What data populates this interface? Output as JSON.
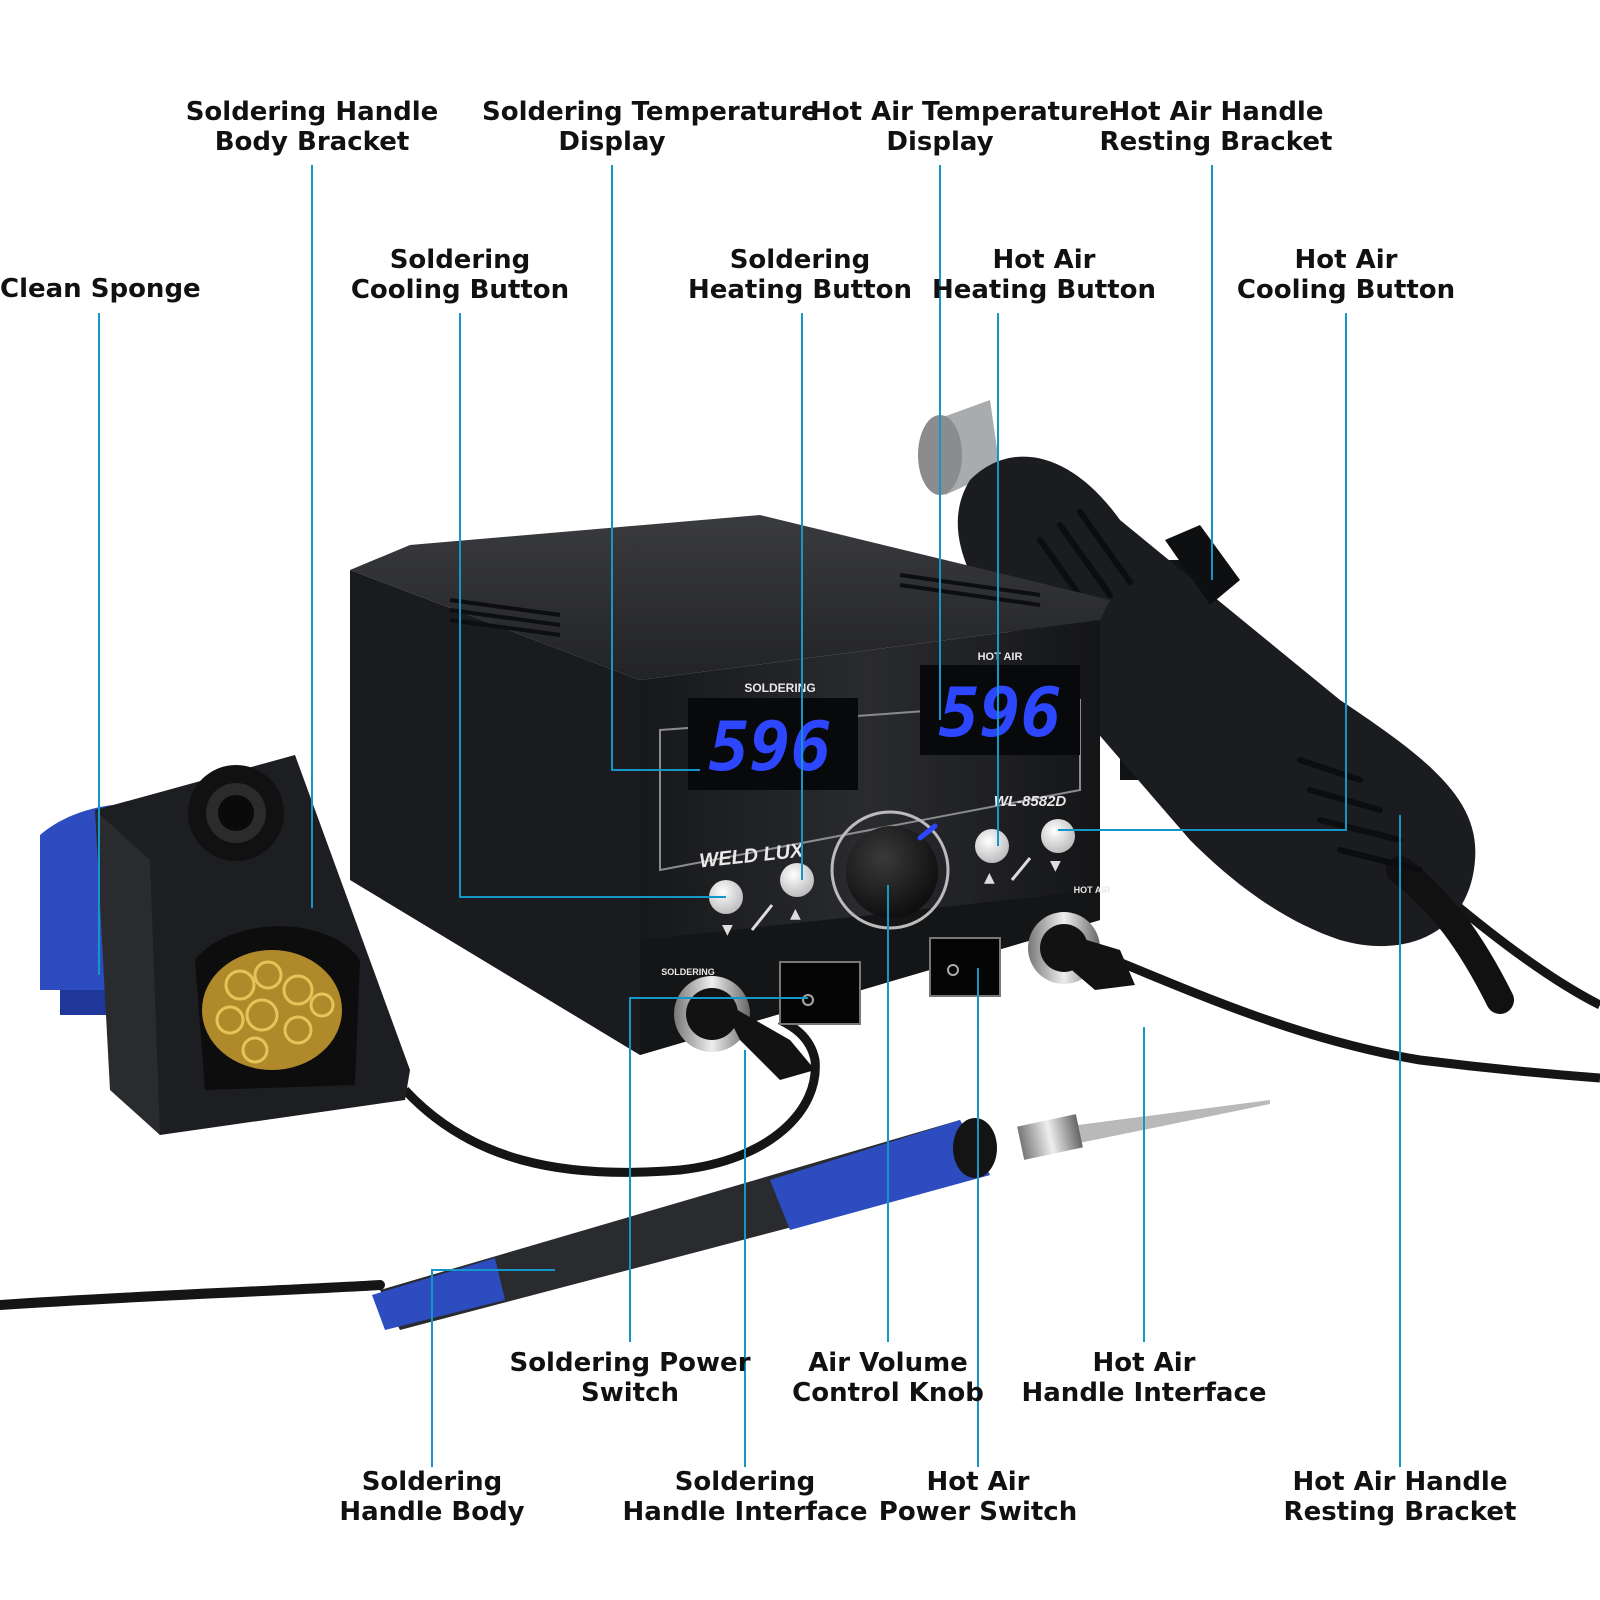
{
  "colors": {
    "leader_line": "#1596c8",
    "station_body": "#1d1e21",
    "display_digits": "#2d46ff",
    "handle_blue": "#2d4cc0",
    "text": "#111111"
  },
  "station": {
    "brand": "WELD LUX",
    "model": "WL-8582D",
    "soldering_panel_label": "SOLDERING",
    "hot_air_panel_label": "HOT AIR",
    "soldering_display_value": "596",
    "hot_air_display_value": "596",
    "soldering_socket_label": "SOLDERING",
    "hot_air_socket_label": "HOT AIR"
  },
  "callouts": {
    "soldering_handle_body_bracket": [
      "Soldering Handle",
      "Body Bracket"
    ],
    "soldering_temperature_display": [
      "Soldering Temperature",
      "Display"
    ],
    "hot_air_temperature_display": [
      "Hot Air Temperature",
      "Display"
    ],
    "hot_air_handle_resting_bracket_top": [
      "Hot Air Handle",
      "Resting Bracket"
    ],
    "clean_sponge": [
      "Clean Sponge"
    ],
    "soldering_cooling_button": [
      "Soldering",
      "Cooling Button"
    ],
    "soldering_heating_button": [
      "Soldering",
      "Heating Button"
    ],
    "hot_air_heating_button": [
      "Hot Air",
      "Heating Button"
    ],
    "hot_air_cooling_button": [
      "Hot Air",
      "Cooling Button"
    ],
    "soldering_power_switch": [
      "Soldering Power",
      "Switch"
    ],
    "air_volume_control_knob": [
      "Air Volume",
      "Control Knob"
    ],
    "hot_air_handle_interface": [
      "Hot Air",
      "Handle Interface"
    ],
    "soldering_handle_body": [
      "Soldering",
      "Handle Body"
    ],
    "soldering_handle_interface": [
      "Soldering",
      "Handle Interface"
    ],
    "hot_air_power_switch": [
      "Hot Air",
      "Power Switch"
    ],
    "hot_air_handle_resting_bracket_bottom": [
      "Hot Air Handle",
      "Resting Bracket"
    ]
  }
}
